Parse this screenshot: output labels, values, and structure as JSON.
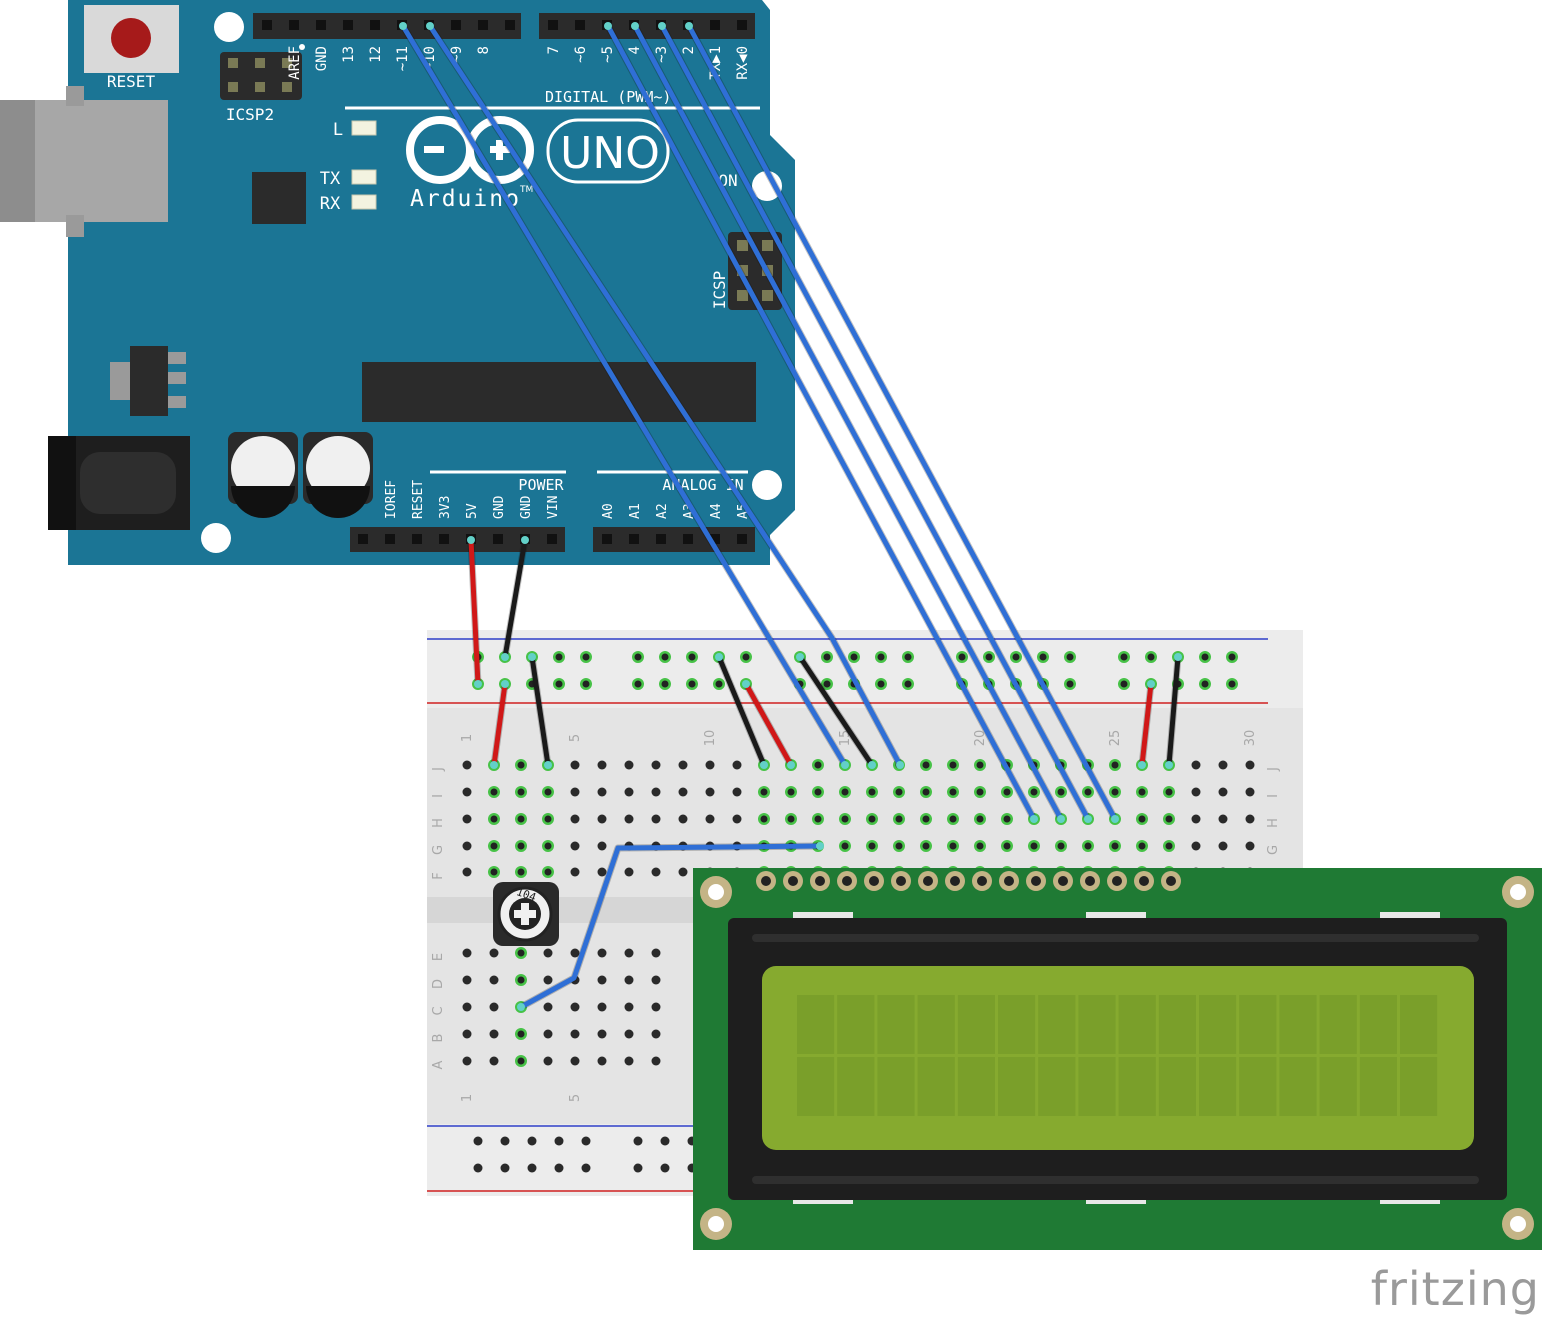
{
  "arduino": {
    "brand": "Arduino",
    "trademark": "TM",
    "model": "UNO",
    "reset_label": "RESET",
    "icsp2_label": "ICSP2",
    "icsp_label": "ICSP",
    "led_l_label": "L",
    "led_tx_label": "TX",
    "led_rx_label": "RX",
    "led_on_label": "ON",
    "digital_label": "DIGITAL (PWM~)",
    "power_label": "POWER",
    "analog_label": "ANALOG IN",
    "top_pins": [
      "AREF",
      "GND",
      "13",
      "12",
      "~11",
      "~10",
      "~9",
      "8",
      "7",
      "~6",
      "~5",
      "4",
      "~3",
      "2",
      "TX▶1",
      "RX◀0"
    ],
    "power_pins": [
      "IOREF",
      "RESET",
      "3V3",
      "5V",
      "GND",
      "GND",
      "VIN"
    ],
    "analog_pins": [
      "A0",
      "A1",
      "A2",
      "A3",
      "A4",
      "A5"
    ],
    "colors": {
      "board": "#1b7595",
      "header": "#2b2b2b",
      "silk": "#ffffff"
    }
  },
  "breadboard": {
    "row_letters_top": [
      "J",
      "I",
      "H",
      "G",
      "F"
    ],
    "row_letters_bottom": [
      "E",
      "D",
      "C",
      "B",
      "A"
    ],
    "column_numbers": [
      "1",
      "5",
      "10",
      "15",
      "20",
      "25",
      "30"
    ],
    "colors": {
      "body": "#e4e4e4",
      "rail_blue": "#2e3fc8",
      "rail_red": "#d02020"
    }
  },
  "potentiometer": {
    "label": "104"
  },
  "lcd": {
    "columns": 16,
    "rows": 2,
    "pin_count": 16,
    "colors": {
      "pcb": "#1f7a34",
      "bezel": "#1e1e1e",
      "screen": "#86aa2f",
      "cell": "#7a9f2a"
    }
  },
  "wires": {
    "colors": {
      "signal": "#2f6fd6",
      "power": "#d01818",
      "ground": "#1a1a1a"
    }
  },
  "watermark": "fritzing"
}
